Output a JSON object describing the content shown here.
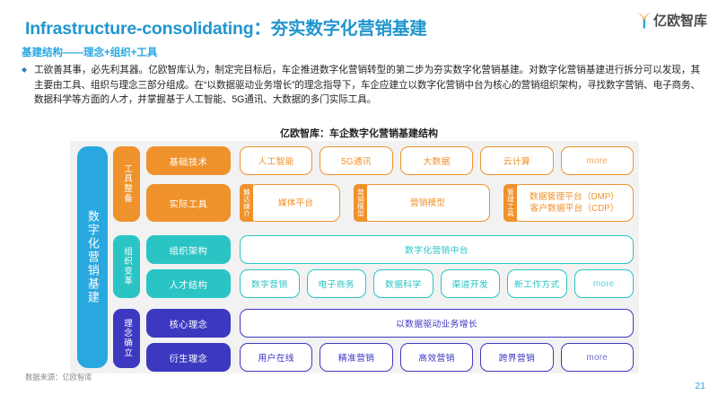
{
  "header": {
    "title": "Infrastructure-consolidating：夯实数字化营销基建",
    "logo_text": "亿欧智库",
    "logo_icon": "yiou-y-mark-icon"
  },
  "body": {
    "subheading": "基建结构——理念+组织+工具",
    "bullet_icon": "diamond-bullet-icon",
    "paragraph": "工欲善其事，必先利其器。亿欧智库认为，制定完目标后，车企推进数字化营销转型的第二步为夯实数字化营销基建。对数字化营销基建进行拆分可以发现，其主要由工具、组织与理念三部分组成。在“以数据驱动业务增长”的理念指导下，车企应建立以数字化营销中台为核心的营销组织架构，寻找数字营销、电子商务、数据科学等方面的人才，并掌握基于人工智能、5G通讯、大数据的多门实际工具。"
  },
  "diagram": {
    "title": "亿欧智库：车企数字化营销基建结构",
    "master_label": "数字化营销基建",
    "colors": {
      "master": "#29a8df",
      "orange": "#f0922b",
      "teal": "#2bc4c4",
      "blue": "#3c38c0",
      "panel_bg": "#f2f2f2"
    },
    "groups": [
      {
        "label": "工具整备",
        "color": "#f0922b"
      },
      {
        "label": "组织变革",
        "color": "#2bc4c4"
      },
      {
        "label": "理念确立",
        "color": "#3c38c0"
      }
    ],
    "rows": [
      {
        "category": "基础技术",
        "color": "#f0922b",
        "type": "pills",
        "items": [
          "人工智能",
          "5G通讯",
          "大数据",
          "云计算",
          "more"
        ]
      },
      {
        "category": "实际工具",
        "color": "#f0922b",
        "type": "tabbed",
        "items": [
          {
            "tab": "触达媒介",
            "label": "媒体平台"
          },
          {
            "tab": "营销模型",
            "label": "营销模型"
          },
          {
            "tab": "管理工具",
            "label": "数据管理平台（DMP）\n客户数据平台（CDP）"
          }
        ]
      },
      {
        "category": "组织架构",
        "color": "#2bc4c4",
        "type": "wide",
        "items": [
          "数字化营销中台"
        ]
      },
      {
        "category": "人才结构",
        "color": "#2bc4c4",
        "type": "pills",
        "items": [
          "数字营销",
          "电子商务",
          "数据科学",
          "渠道开发",
          "新工作方式",
          "more"
        ]
      },
      {
        "category": "核心理念",
        "color": "#3c38c0",
        "type": "wide",
        "items": [
          "以数据驱动业务增长"
        ]
      },
      {
        "category": "衍生理念",
        "color": "#3c38c0",
        "type": "pills",
        "items": [
          "用户在线",
          "精准营销",
          "高效营销",
          "跨界营销",
          "more"
        ]
      }
    ]
  },
  "footer": {
    "source": "数据来源：亿欧智库",
    "page_number": "21"
  }
}
